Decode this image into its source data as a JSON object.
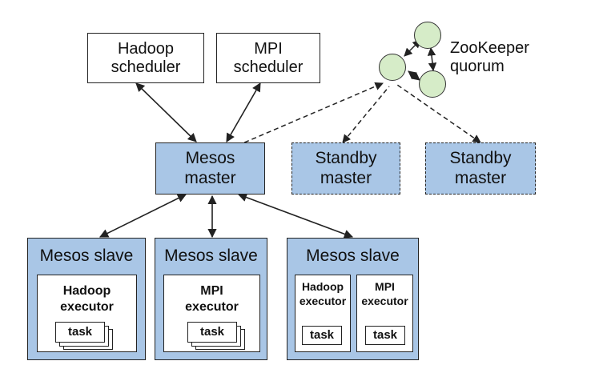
{
  "schedulers": {
    "hadoop": [
      "Hadoop",
      "scheduler"
    ],
    "mpi": [
      "MPI",
      "scheduler"
    ]
  },
  "zookeeper": [
    "ZooKeeper",
    "quorum"
  ],
  "masters": {
    "mesos": [
      "Mesos",
      "master"
    ],
    "standby_1": [
      "Standby",
      "master"
    ],
    "standby_2": [
      "Standby",
      "master"
    ]
  },
  "slaves": [
    {
      "title": "Mesos slave",
      "executor": [
        "Hadoop",
        "executor"
      ],
      "task": "task"
    },
    {
      "title": "Mesos slave",
      "executor": [
        "MPI",
        "executor"
      ],
      "task": "task"
    },
    {
      "title": "Mesos slave",
      "executors": [
        {
          "lines": [
            "Hadoop",
            "executor"
          ],
          "task": "task"
        },
        {
          "lines": [
            "MPI",
            "executor"
          ],
          "task": "task"
        }
      ]
    }
  ],
  "colors": {
    "master_fill": "#a9c6e6",
    "zk_fill": "#d6ecc8",
    "line": "#222222"
  }
}
